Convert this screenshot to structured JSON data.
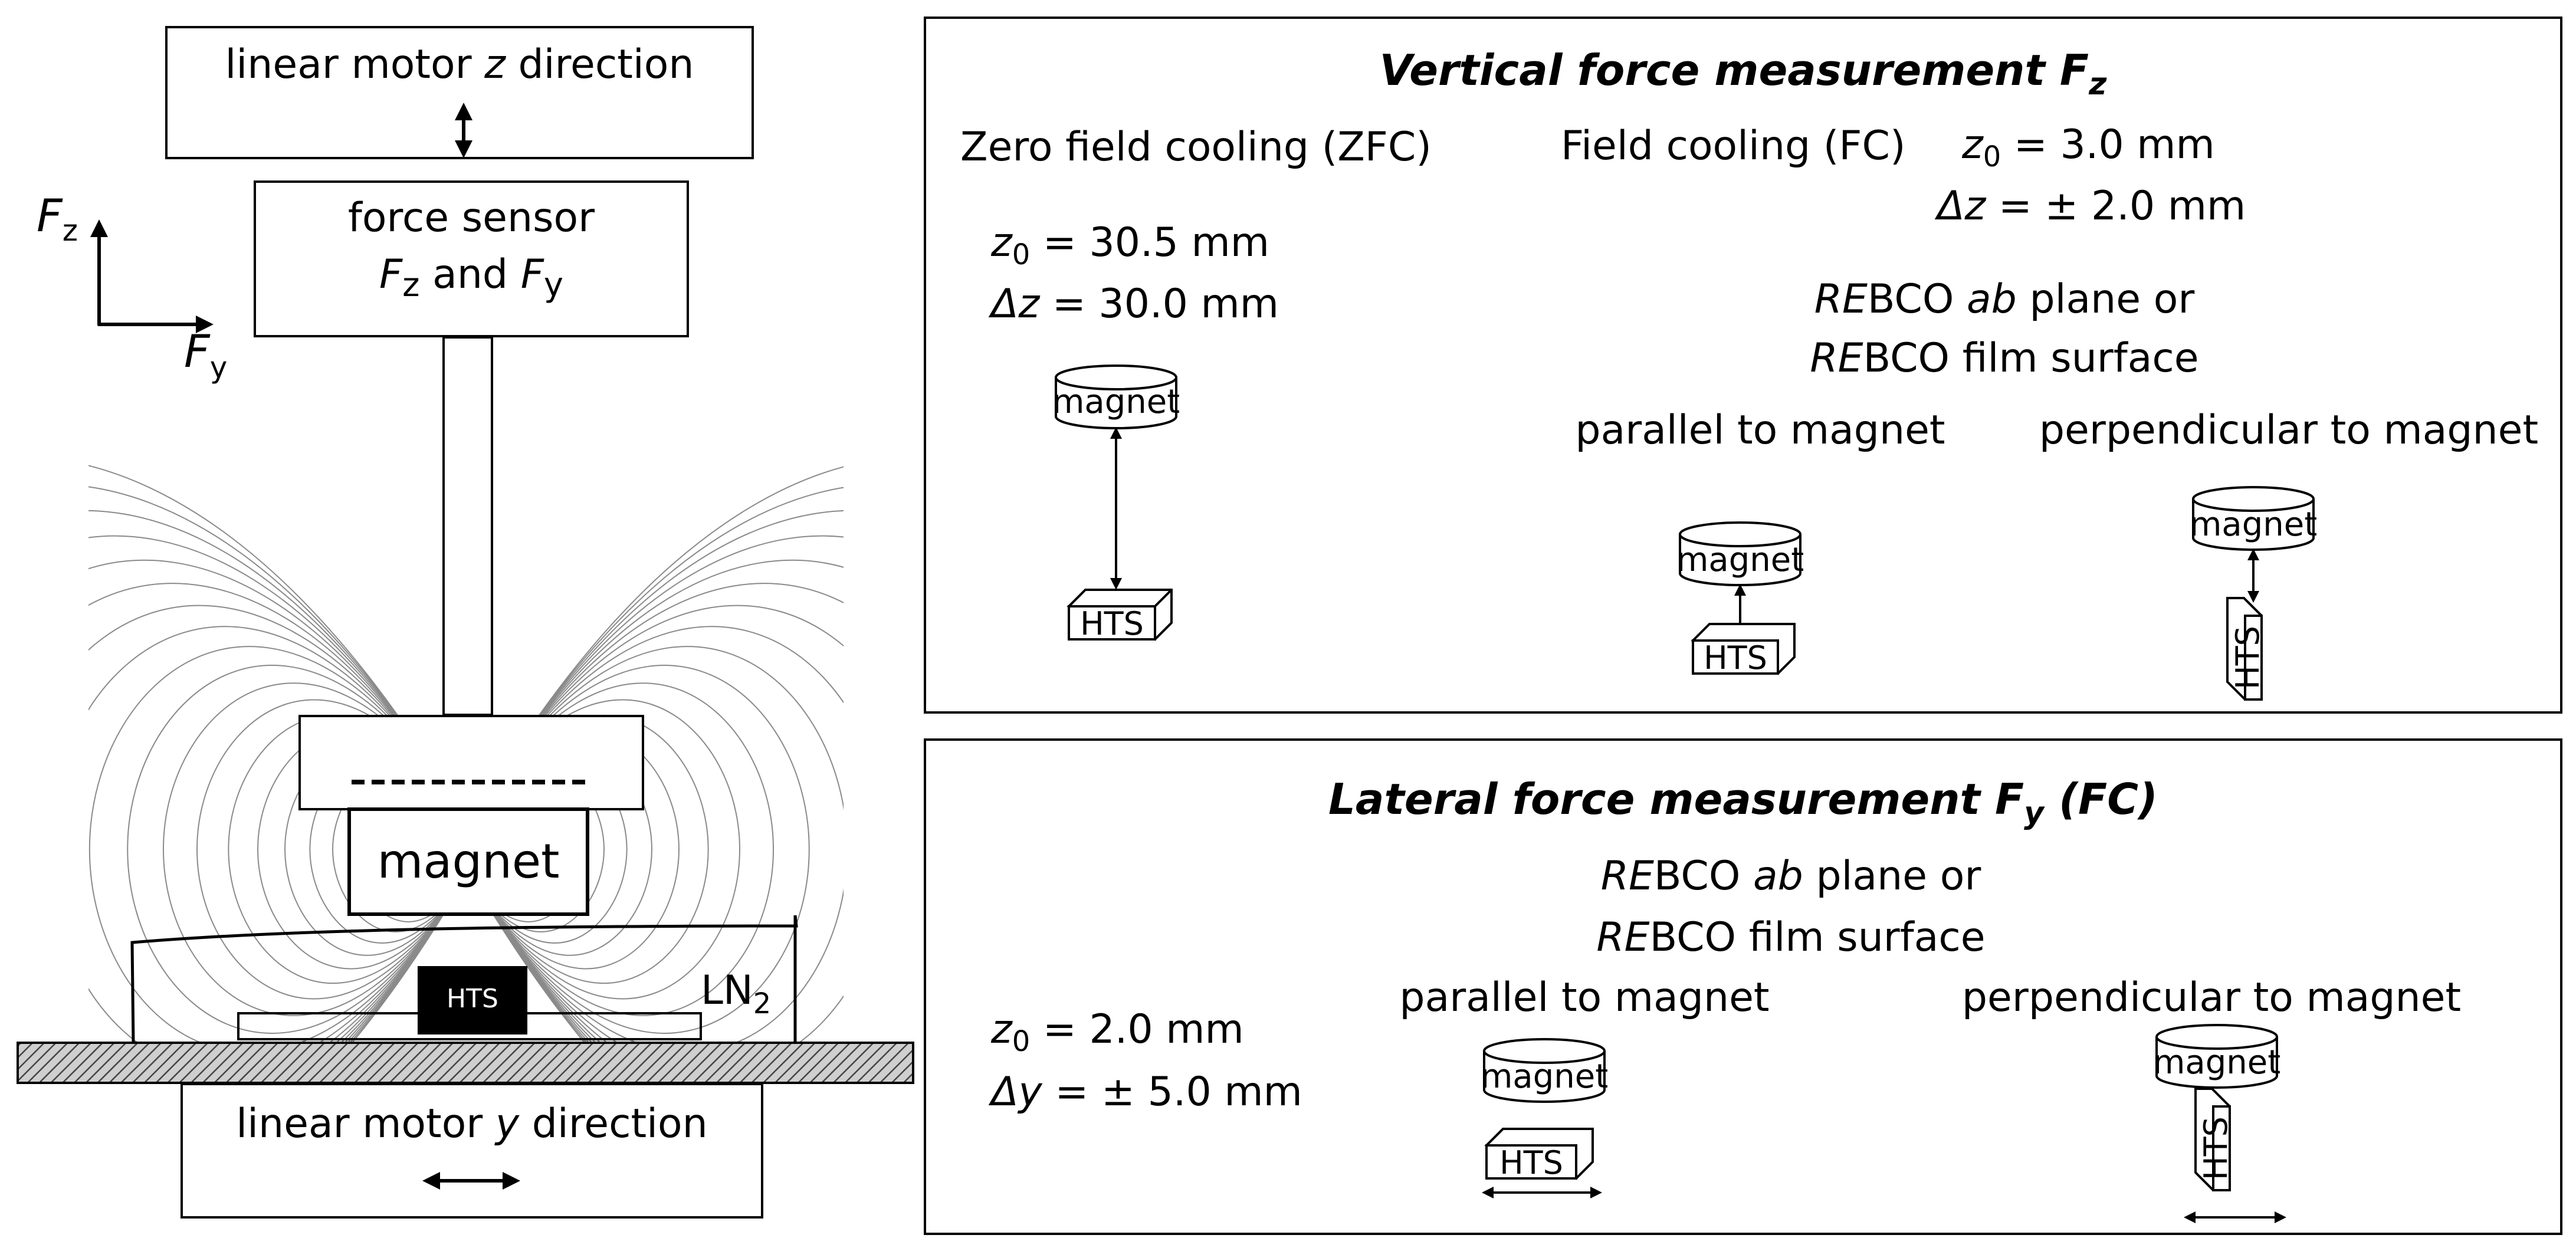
{
  "apparatus": {
    "motor_z": {
      "label_prefix": "linear motor ",
      "axis": "z",
      "label_suffix": " direction"
    },
    "force_sensor": {
      "line1": "force sensor",
      "f": "F",
      "sub_z": "z",
      "and": " and ",
      "sub_y": "y"
    },
    "axes": {
      "f": "F",
      "z": "z",
      "y": "y"
    },
    "magnet": "magnet",
    "hts": "HTS",
    "ln2": {
      "text": "LN",
      "sub": "2"
    },
    "motor_y": {
      "label_prefix": "linear motor ",
      "axis": "y",
      "label_suffix": " direction"
    }
  },
  "vertical": {
    "title_main": "Vertical force measurement F",
    "title_sub": "z",
    "zfc": {
      "heading": "Zero field cooling (ZFC)",
      "z0_var": "z",
      "z0_sub": "0",
      "z0_val": " = 30.5 mm",
      "dz_var": "Δz",
      "dz_val": " = 30.0 mm",
      "magnet": "magnet",
      "hts": "HTS"
    },
    "fc": {
      "heading": "Field cooling (FC)",
      "z0_var": "z",
      "z0_sub": "0",
      "z0_val": " = 3.0 mm",
      "dz_var": "Δz",
      "dz_val": " = ± 2.0 mm",
      "rebco_line1": {
        "re": "RE",
        "bco": "BCO ",
        "ab": "ab",
        "rest": " plane or"
      },
      "rebco_line2": {
        "re": "RE",
        "rest": "BCO film surface"
      },
      "parallel": "parallel to magnet",
      "perpendicular": "perpendicular to magnet",
      "magnet": "magnet",
      "hts": "HTS"
    }
  },
  "lateral": {
    "title_main": "Lateral force measurement F",
    "title_sub": "y",
    "title_suffix": " (FC)",
    "rebco_line1": {
      "re": "RE",
      "bco": "BCO ",
      "ab": "ab",
      "rest": " plane or"
    },
    "rebco_line2": {
      "re": "RE",
      "rest": "BCO film surface"
    },
    "parallel": "parallel to magnet",
    "perpendicular": "perpendicular to magnet",
    "z0_var": "z",
    "z0_sub": "0",
    "z0_val": " = 2.0 mm",
    "dy_var": "Δy",
    "dy_val": " = ± 5.0 mm",
    "magnet": "magnet",
    "hts": "HTS"
  }
}
